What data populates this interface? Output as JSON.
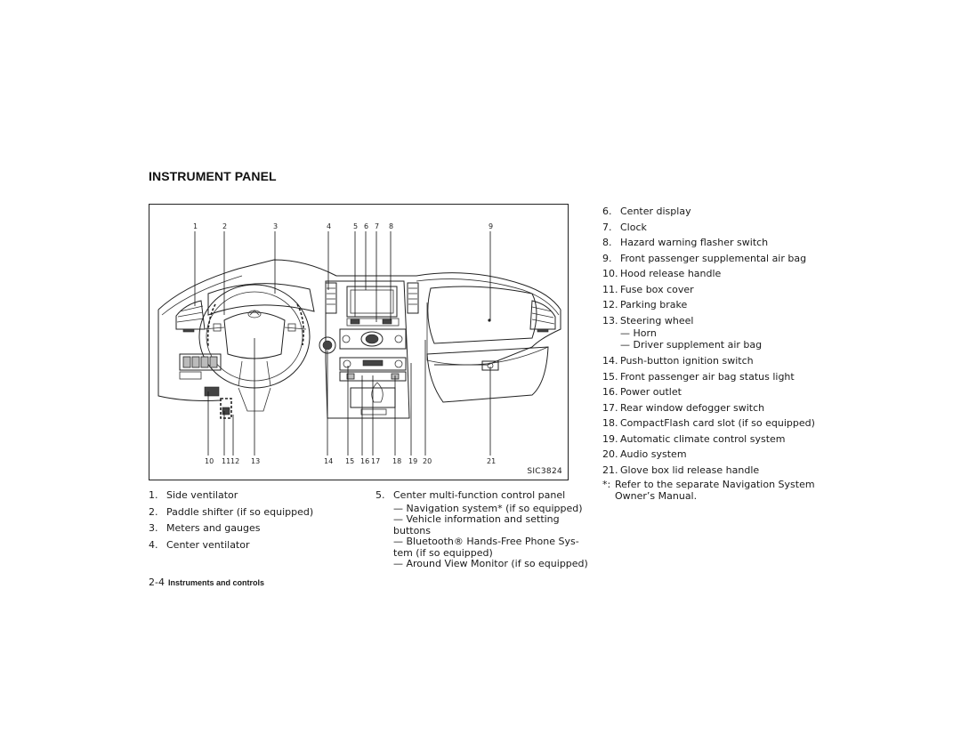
{
  "section_title": "INSTRUMENT PANEL",
  "figure": {
    "id": "SIC3824",
    "top_callouts": [
      "1",
      "2",
      "3",
      "4",
      "5",
      "6",
      "7",
      "8",
      "9"
    ],
    "bottom_callouts": [
      "10",
      "11",
      "12",
      "13",
      "14",
      "15",
      "16",
      "17",
      "18",
      "19",
      "20",
      "21"
    ]
  },
  "list_left": [
    {
      "num": "1.",
      "text": "Side ventilator"
    },
    {
      "num": "2.",
      "text": "Paddle shifter (if so equipped)"
    },
    {
      "num": "3.",
      "text": "Meters and gauges"
    },
    {
      "num": "4.",
      "text": "Center ventilator"
    }
  ],
  "list_mid": {
    "num": "5.",
    "text": "Center multi-function control panel",
    "sub": [
      "— Navigation system* (if so equipped)",
      "— Vehicle information and setting",
      "buttons",
      "— Bluetooth® Hands-Free Phone Sys-",
      "tem (if so equipped)",
      "— Around View Monitor (if so equipped)"
    ]
  },
  "list_right": [
    {
      "num": "6.",
      "text": "Center display"
    },
    {
      "num": "7.",
      "text": "Clock"
    },
    {
      "num": "8.",
      "text": "Hazard warning flasher switch"
    },
    {
      "num": "9.",
      "text": "Front passenger supplemental air bag"
    },
    {
      "num": "10.",
      "text": "Hood release handle"
    },
    {
      "num": "11.",
      "text": "Fuse box cover"
    },
    {
      "num": "12.",
      "text": "Parking brake"
    },
    {
      "num": "13.",
      "text": "Steering wheel",
      "sub": [
        "— Horn",
        "— Driver supplement air bag"
      ]
    },
    {
      "num": "14.",
      "text": "Push-button ignition switch"
    },
    {
      "num": "15.",
      "text": "Front passenger air bag status light"
    },
    {
      "num": "16.",
      "text": "Power outlet"
    },
    {
      "num": "17.",
      "text": "Rear window defogger switch"
    },
    {
      "num": "18.",
      "text": "CompactFlash card slot (if so equipped)"
    },
    {
      "num": "19.",
      "text": "Automatic climate control system"
    },
    {
      "num": "20.",
      "text": "Audio system"
    },
    {
      "num": "21.",
      "text": "Glove box lid release handle"
    }
  ],
  "footnote": {
    "mark": "*:",
    "text": "Refer to the separate Navigation System Owner’s Manual."
  },
  "footer": {
    "page": "2-4",
    "section": "Instruments and controls"
  }
}
